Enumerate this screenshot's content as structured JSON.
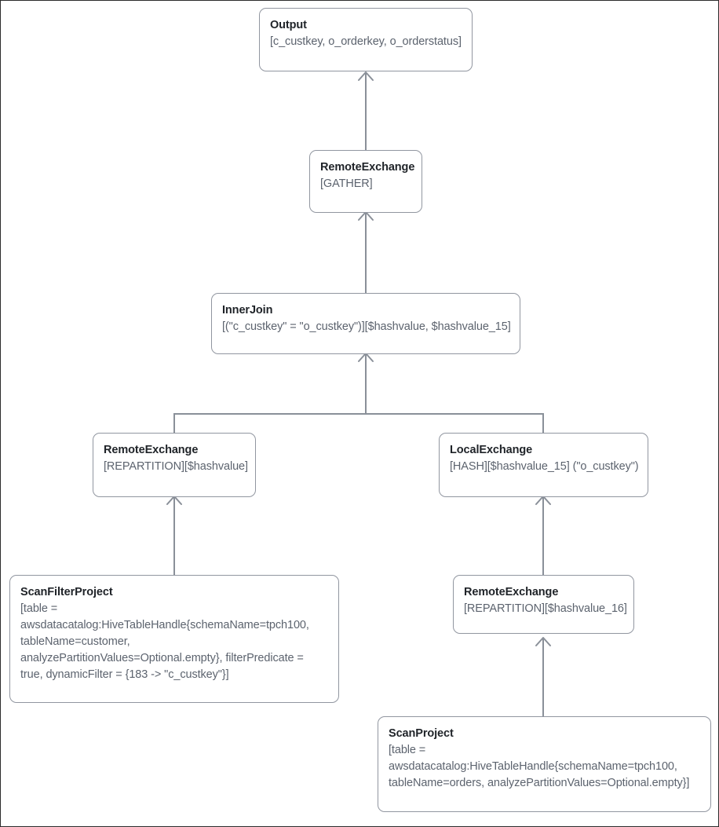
{
  "diagram": {
    "type": "query-execution-plan",
    "colors": {
      "node_border": "#9196a0",
      "node_background": "#ffffff",
      "title_text": "#1f2328",
      "detail_text": "#5c636e",
      "edge": "#8a9099",
      "page_border": "#2b2b2b"
    },
    "nodes": [
      {
        "id": "output",
        "title": "Output",
        "details": [
          "[c_custkey, o_orderkey, o_orderstatus]"
        ]
      },
      {
        "id": "remote-exchange-gather",
        "title": "RemoteExchange",
        "details": [
          "[GATHER]"
        ]
      },
      {
        "id": "inner-join",
        "title": "InnerJoin",
        "details": [
          "[(\"c_custkey\" = \"o_custkey\")][$hashvalue, $hashvalue_15]"
        ]
      },
      {
        "id": "remote-exchange-repartition-hashvalue",
        "title": "RemoteExchange",
        "details": [
          "[REPARTITION][$hashvalue]"
        ]
      },
      {
        "id": "local-exchange-hash",
        "title": "LocalExchange",
        "details": [
          "[HASH][$hashvalue_15] (\"o_custkey\")"
        ]
      },
      {
        "id": "scan-filter-project",
        "title": "ScanFilterProject",
        "details": [
          "[table =",
          "awsdatacatalog:HiveTableHandle{schemaName=tpch100,",
          "tableName=customer,",
          "analyzePartitionValues=Optional.empty}, filterPredicate =",
          "true, dynamicFilter = {183 -> \"c_custkey\"}]"
        ]
      },
      {
        "id": "remote-exchange-repartition-hashvalue-16",
        "title": "RemoteExchange",
        "details": [
          "[REPARTITION][$hashvalue_16]"
        ]
      },
      {
        "id": "scan-project",
        "title": "ScanProject",
        "details": [
          "[table =",
          "awsdatacatalog:HiveTableHandle{schemaName=tpch100,",
          "tableName=orders, analyzePartitionValues=Optional.empty}]"
        ]
      }
    ],
    "edges": [
      {
        "id": "edge-remote-gather-to-output",
        "from": "remote-exchange-gather",
        "to": "output"
      },
      {
        "id": "edge-inner-join-to-remote-gather",
        "from": "inner-join",
        "to": "remote-exchange-gather"
      },
      {
        "id": "edge-remote-repartition-to-inner-join",
        "from": "remote-exchange-repartition-hashvalue",
        "to": "inner-join"
      },
      {
        "id": "edge-local-exchange-to-inner-join",
        "from": "local-exchange-hash",
        "to": "inner-join"
      },
      {
        "id": "edge-scan-filter-project-to-remote-repartition",
        "from": "scan-filter-project",
        "to": "remote-exchange-repartition-hashvalue"
      },
      {
        "id": "edge-remote-repartition-16-to-local-exchange",
        "from": "remote-exchange-repartition-hashvalue-16",
        "to": "local-exchange-hash"
      },
      {
        "id": "edge-scan-project-to-remote-repartition-16",
        "from": "scan-project",
        "to": "remote-exchange-repartition-hashvalue-16"
      }
    ]
  }
}
